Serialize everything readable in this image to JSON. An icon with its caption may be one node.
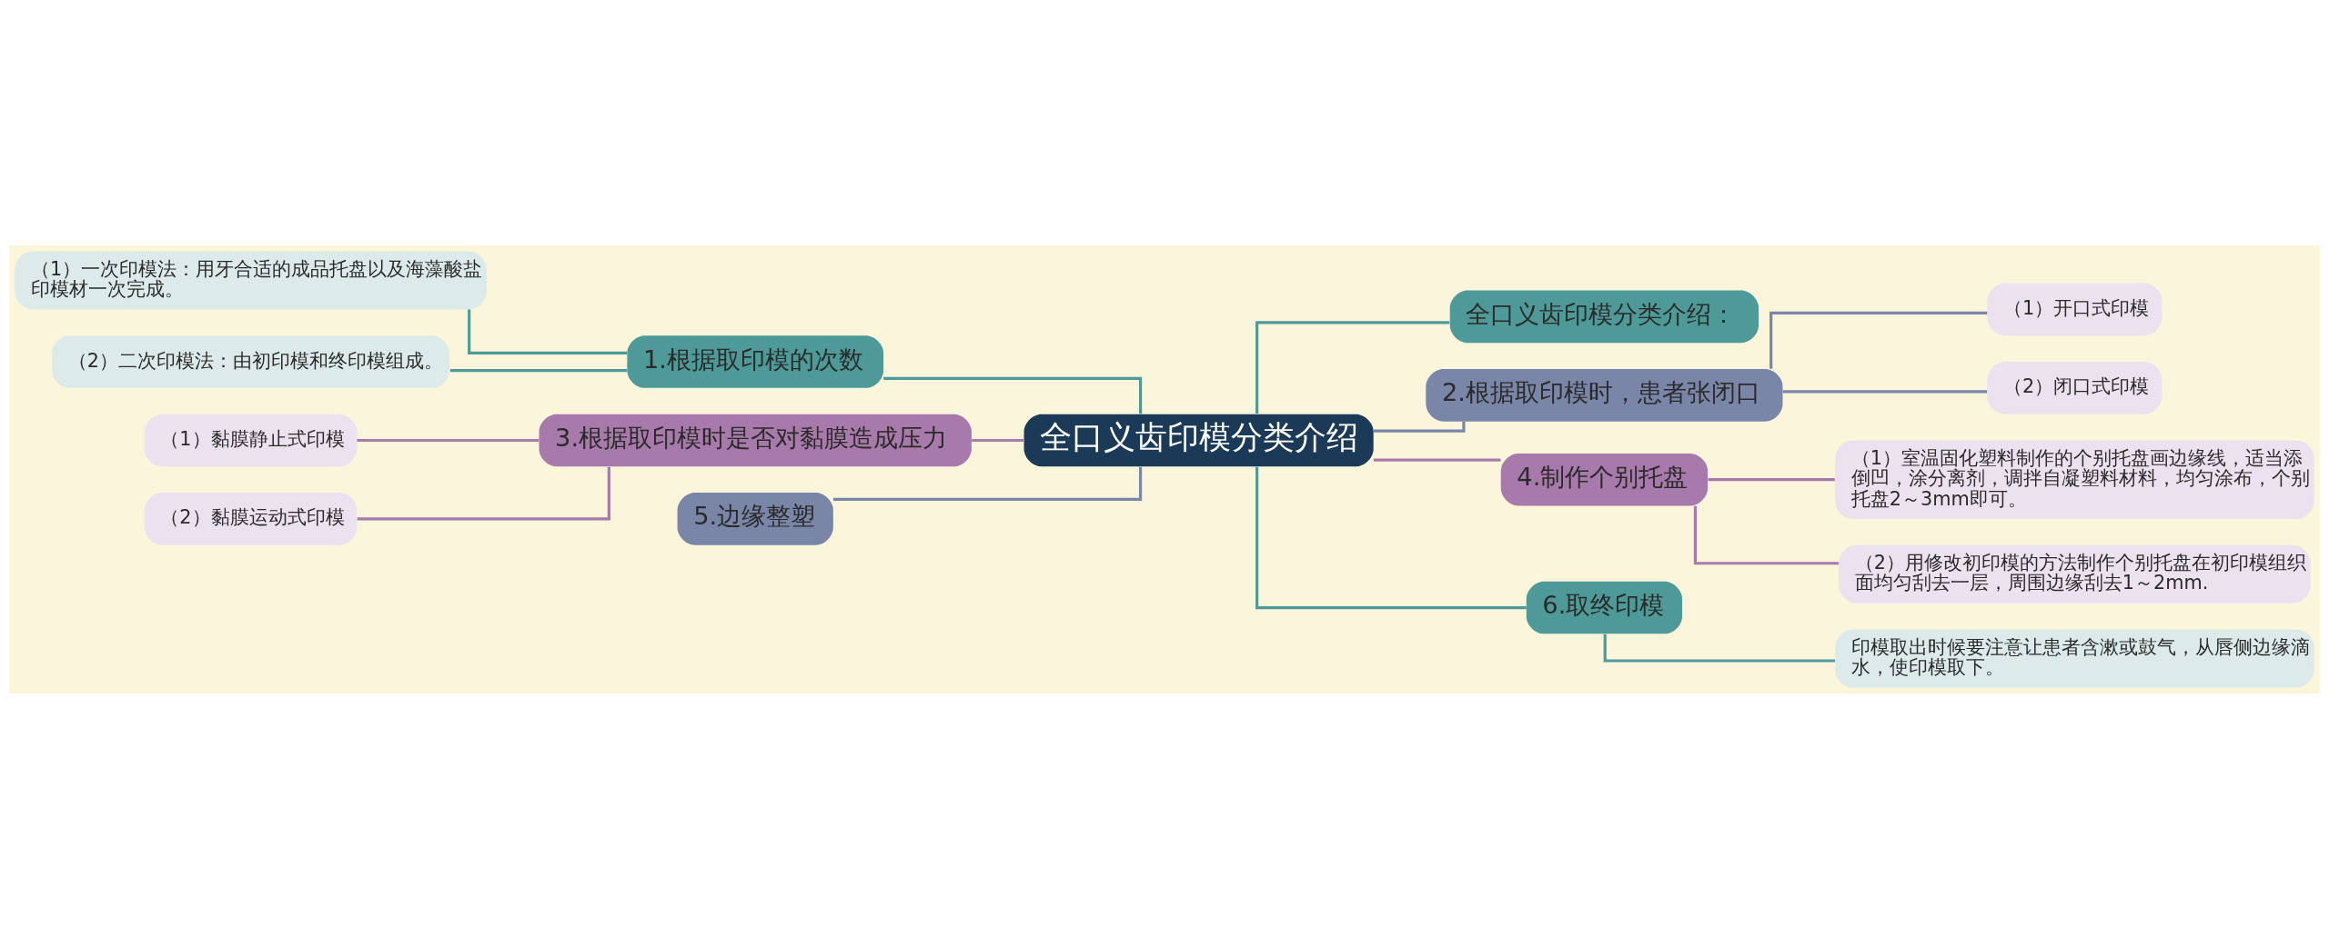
{
  "diagram": {
    "nodes": [
      {
        "text": [
          "全口义齿印模分类介绍"
        ]
      },
      {
        "text": [
          "1.根据取印模的次数"
        ]
      },
      {
        "text": [
          "（1）一次印模法：用牙合适的成品托盘以及海藻酸盐印模材一次完成。"
        ]
      },
      {
        "text": [
          "（2）二次印模法：由初印模和终印模组成。"
        ]
      },
      {
        "text": [
          "3.根据取印模时是否对黏膜造成压力"
        ]
      },
      {
        "text": [
          "（1）黏膜静止式印模"
        ]
      },
      {
        "text": [
          "（2）黏膜运动式印模"
        ]
      },
      {
        "text": [
          "5.边缘整塑"
        ]
      },
      {
        "text": [
          "全口义齿印模分类介绍："
        ]
      },
      {
        "text": [
          "2.根据取印模时，患者张闭口"
        ]
      },
      {
        "text": [
          "（1）开口式印模"
        ]
      },
      {
        "text": [
          "（2）闭口式印模"
        ]
      },
      {
        "text": [
          "4.制作个别托盘"
        ]
      },
      {
        "text": [
          "（1）室温固化塑料制作的个别托盘画边缘线，适当添倒凹，涂分离剂，调拌自凝塑料材料，均匀涂布，个别托盘2～3mm即可。"
        ]
      },
      {
        "text": [
          "（2）用修改初印模的方法制作个别托盘在初印模组织面均匀刮去一层，周围边缘刮去1～2mm."
        ]
      },
      {
        "text": [
          "6.取终印模"
        ]
      },
      {
        "text": [
          "印模取出时候要注意让患者含漱或鼓气，从唇侧边缘滴水，使印模取下。"
        ]
      }
    ],
    "edges": [
      {
        "from": 0,
        "to": 1,
        "arrow": "none"
      },
      {
        "from": 1,
        "to": 2,
        "arrow": "none"
      },
      {
        "from": 1,
        "to": 3,
        "arrow": "none"
      },
      {
        "from": 0,
        "to": 4,
        "arrow": "none",
        "color": "#a87aab"
      },
      {
        "from": 4,
        "to": 5,
        "arrow": "none",
        "color": "#a87aab"
      },
      {
        "from": 4,
        "to": 6,
        "arrow": "none",
        "color": "#a87aab"
      },
      {
        "from": 0,
        "to": 7,
        "arrow": "none",
        "color": "#7a86a8"
      },
      {
        "from": 0,
        "to": 8,
        "arrow": "none"
      },
      {
        "from": 0,
        "to": 9,
        "arrow": "none",
        "color": "#7a86a8"
      },
      {
        "from": 9,
        "to": 10,
        "arrow": "none",
        "color": "#7a86a8"
      },
      {
        "from": 9,
        "to": 11,
        "arrow": "none",
        "color": "#7a86a8"
      },
      {
        "from": 0,
        "to": 12,
        "arrow": "none",
        "color": "#a87aab"
      },
      {
        "from": 12,
        "to": 13,
        "arrow": "none",
        "color": "#a87aab"
      },
      {
        "from": 12,
        "to": 14,
        "arrow": "none",
        "color": "#a87aab"
      },
      {
        "from": 0,
        "to": 15,
        "arrow": "none"
      },
      {
        "from": 15,
        "to": 16,
        "arrow": "none"
      }
    ]
  }
}
